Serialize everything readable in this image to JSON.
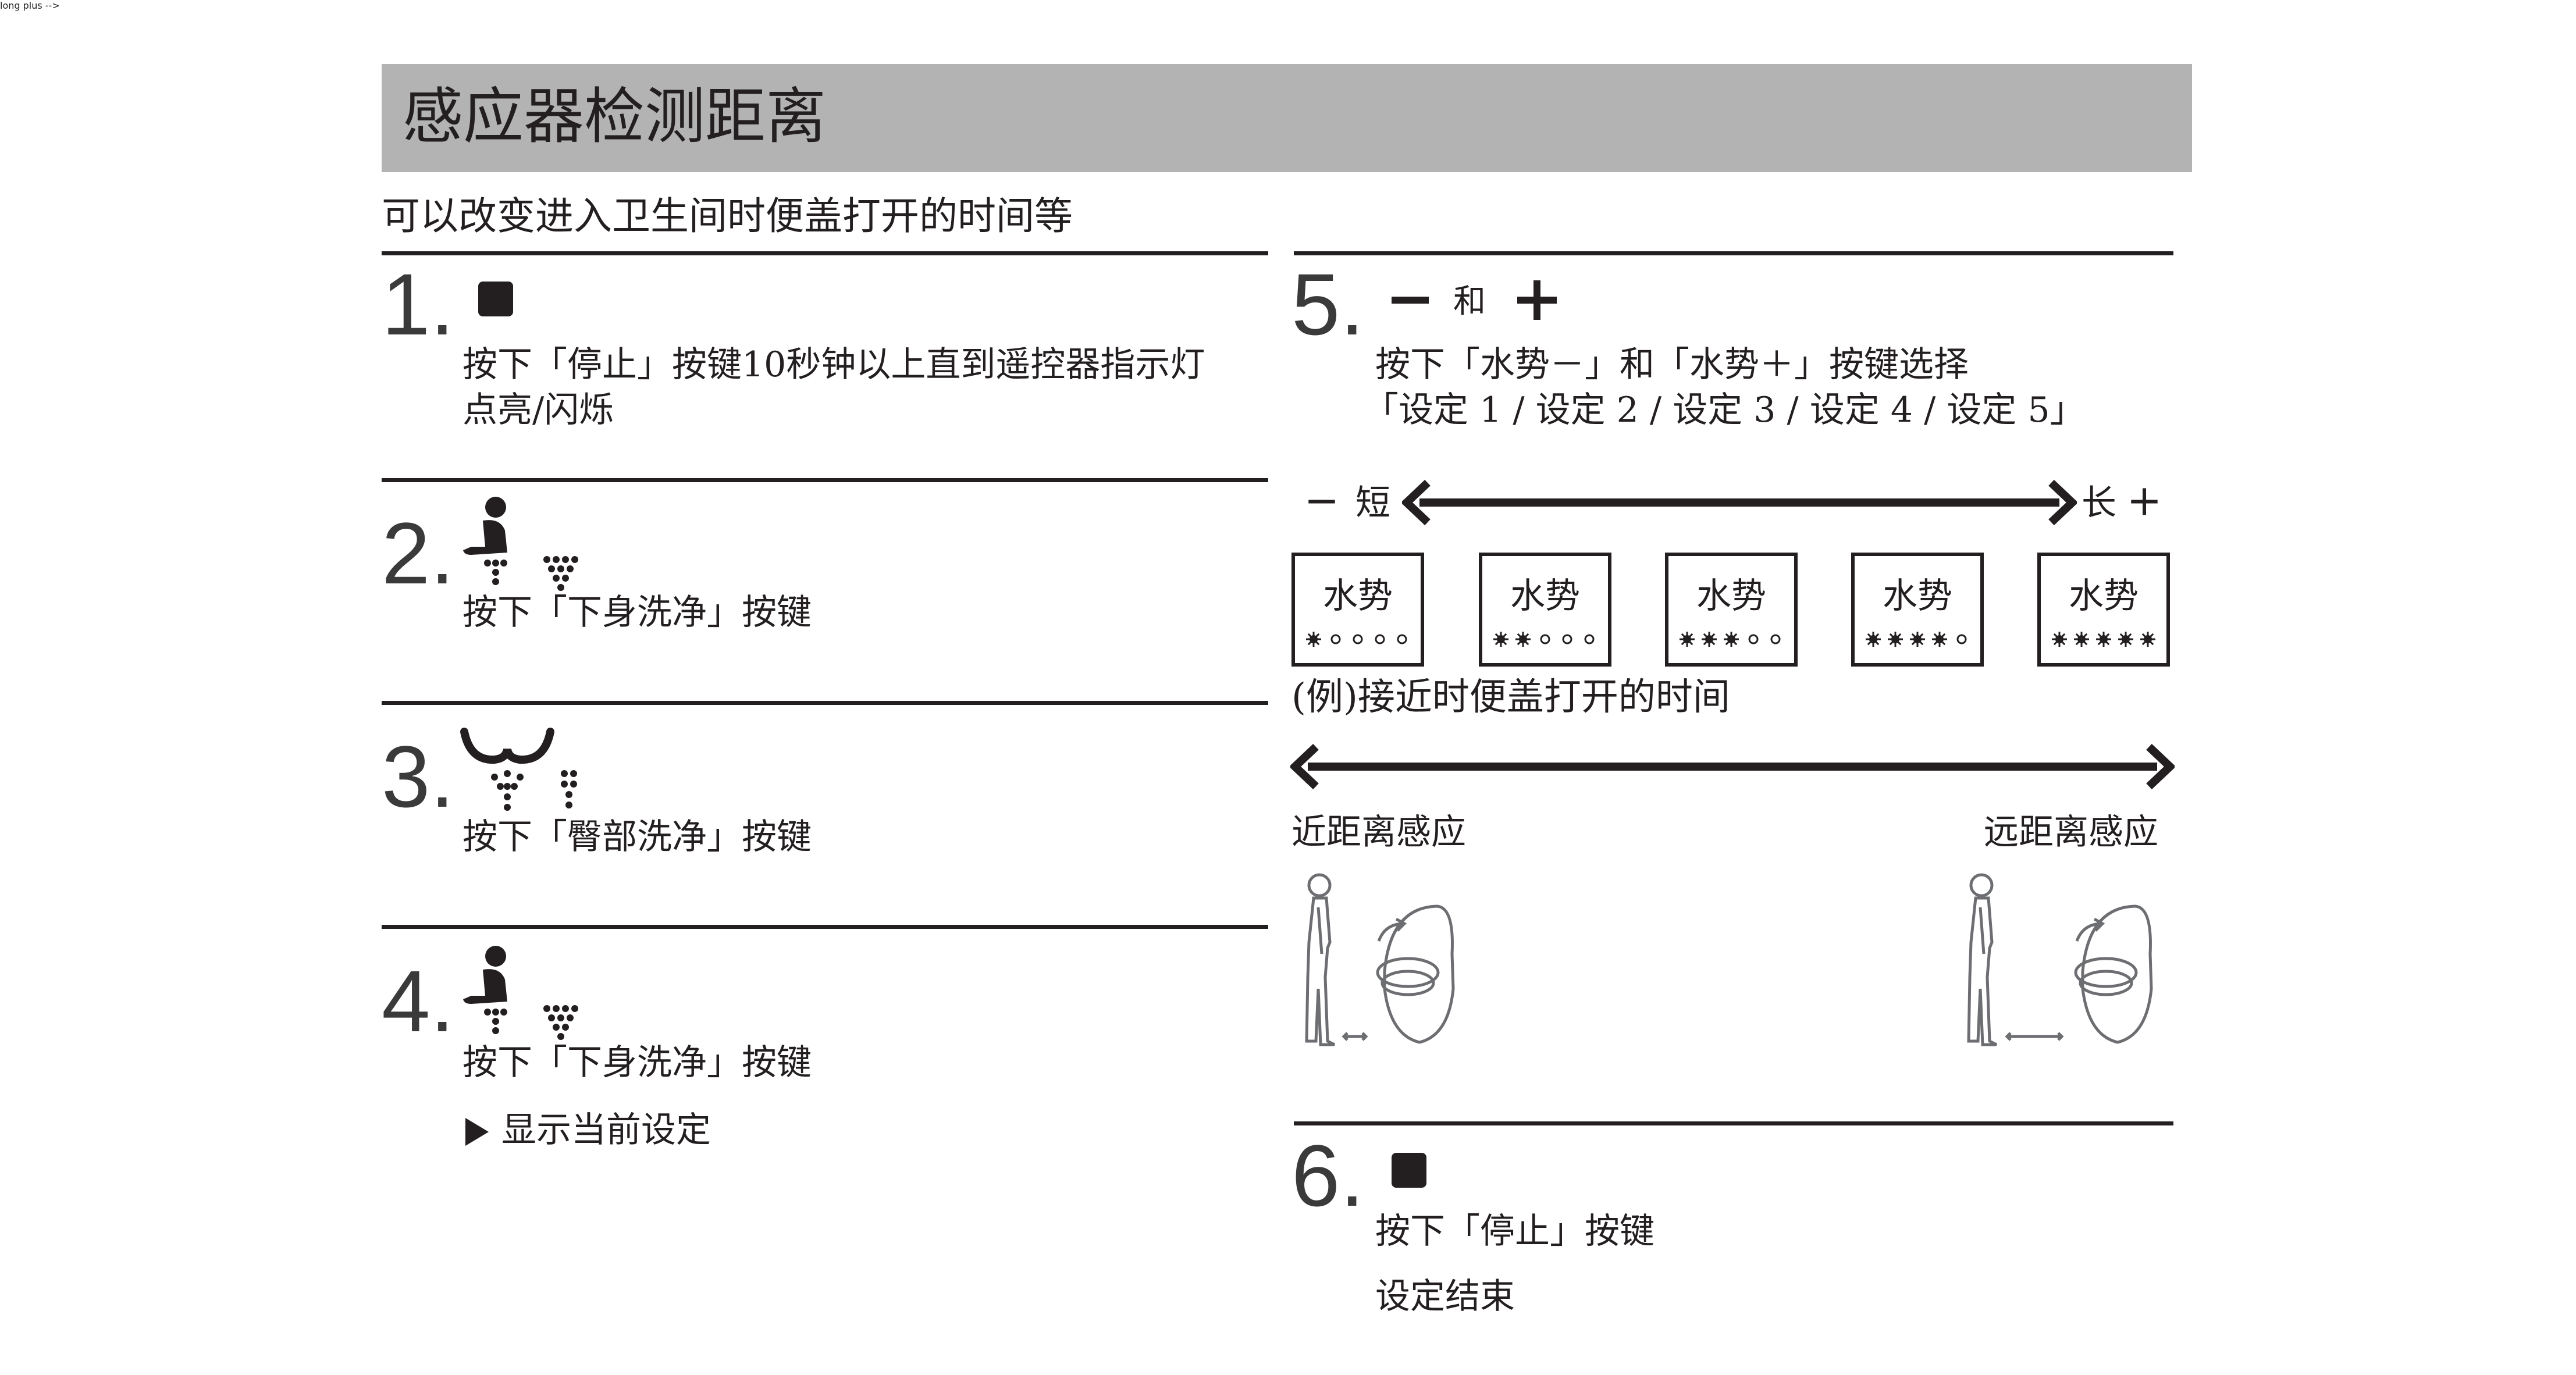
{
  "title": "感应器检测距离",
  "subtitle": "可以改变进入卫生间时便盖打开的时间等",
  "steps": {
    "s1": {
      "num": "1.",
      "line1": "按下「停止」按键10秒钟以上直到遥控器指示灯",
      "line2": "点亮/闪烁",
      "icon": "stop-icon"
    },
    "s2": {
      "num": "2.",
      "line1": "按下「下身洗净」按键",
      "icon": "bidet-icon"
    },
    "s3": {
      "num": "3.",
      "line1": "按下「臀部洗净」按键",
      "icon": "rear-wash-icon"
    },
    "s4": {
      "num": "4.",
      "line1": "按下「下身洗净」按键",
      "line2": "显示当前设定",
      "icon": "bidet-icon"
    },
    "s5": {
      "num": "5.",
      "and": "和",
      "line1": "按下「水势－」和「水势＋」按键选择",
      "line2": "「设定 1 / 设定 2 / 设定 3 / 设定 4 / 设定 5」"
    },
    "s6": {
      "num": "6.",
      "line1": "按下「停止」按键",
      "line2": "设定结束",
      "icon": "stop-icon"
    }
  },
  "scale": {
    "minus_sign": "－",
    "short_label": "短",
    "long_label": "长",
    "plus_sign": "＋"
  },
  "settings": [
    {
      "label": "水势",
      "level": 1
    },
    {
      "label": "水势",
      "level": 2
    },
    {
      "label": "水势",
      "level": 3
    },
    {
      "label": "水势",
      "level": 4
    },
    {
      "label": "水势",
      "level": 5
    }
  ],
  "example_caption": "(例)接近时便盖打开的时间",
  "near_label": "近距离感应",
  "far_label": "远距离感应",
  "colors": {
    "ink": "#231f20",
    "title_bar": "#b3b3b3"
  }
}
